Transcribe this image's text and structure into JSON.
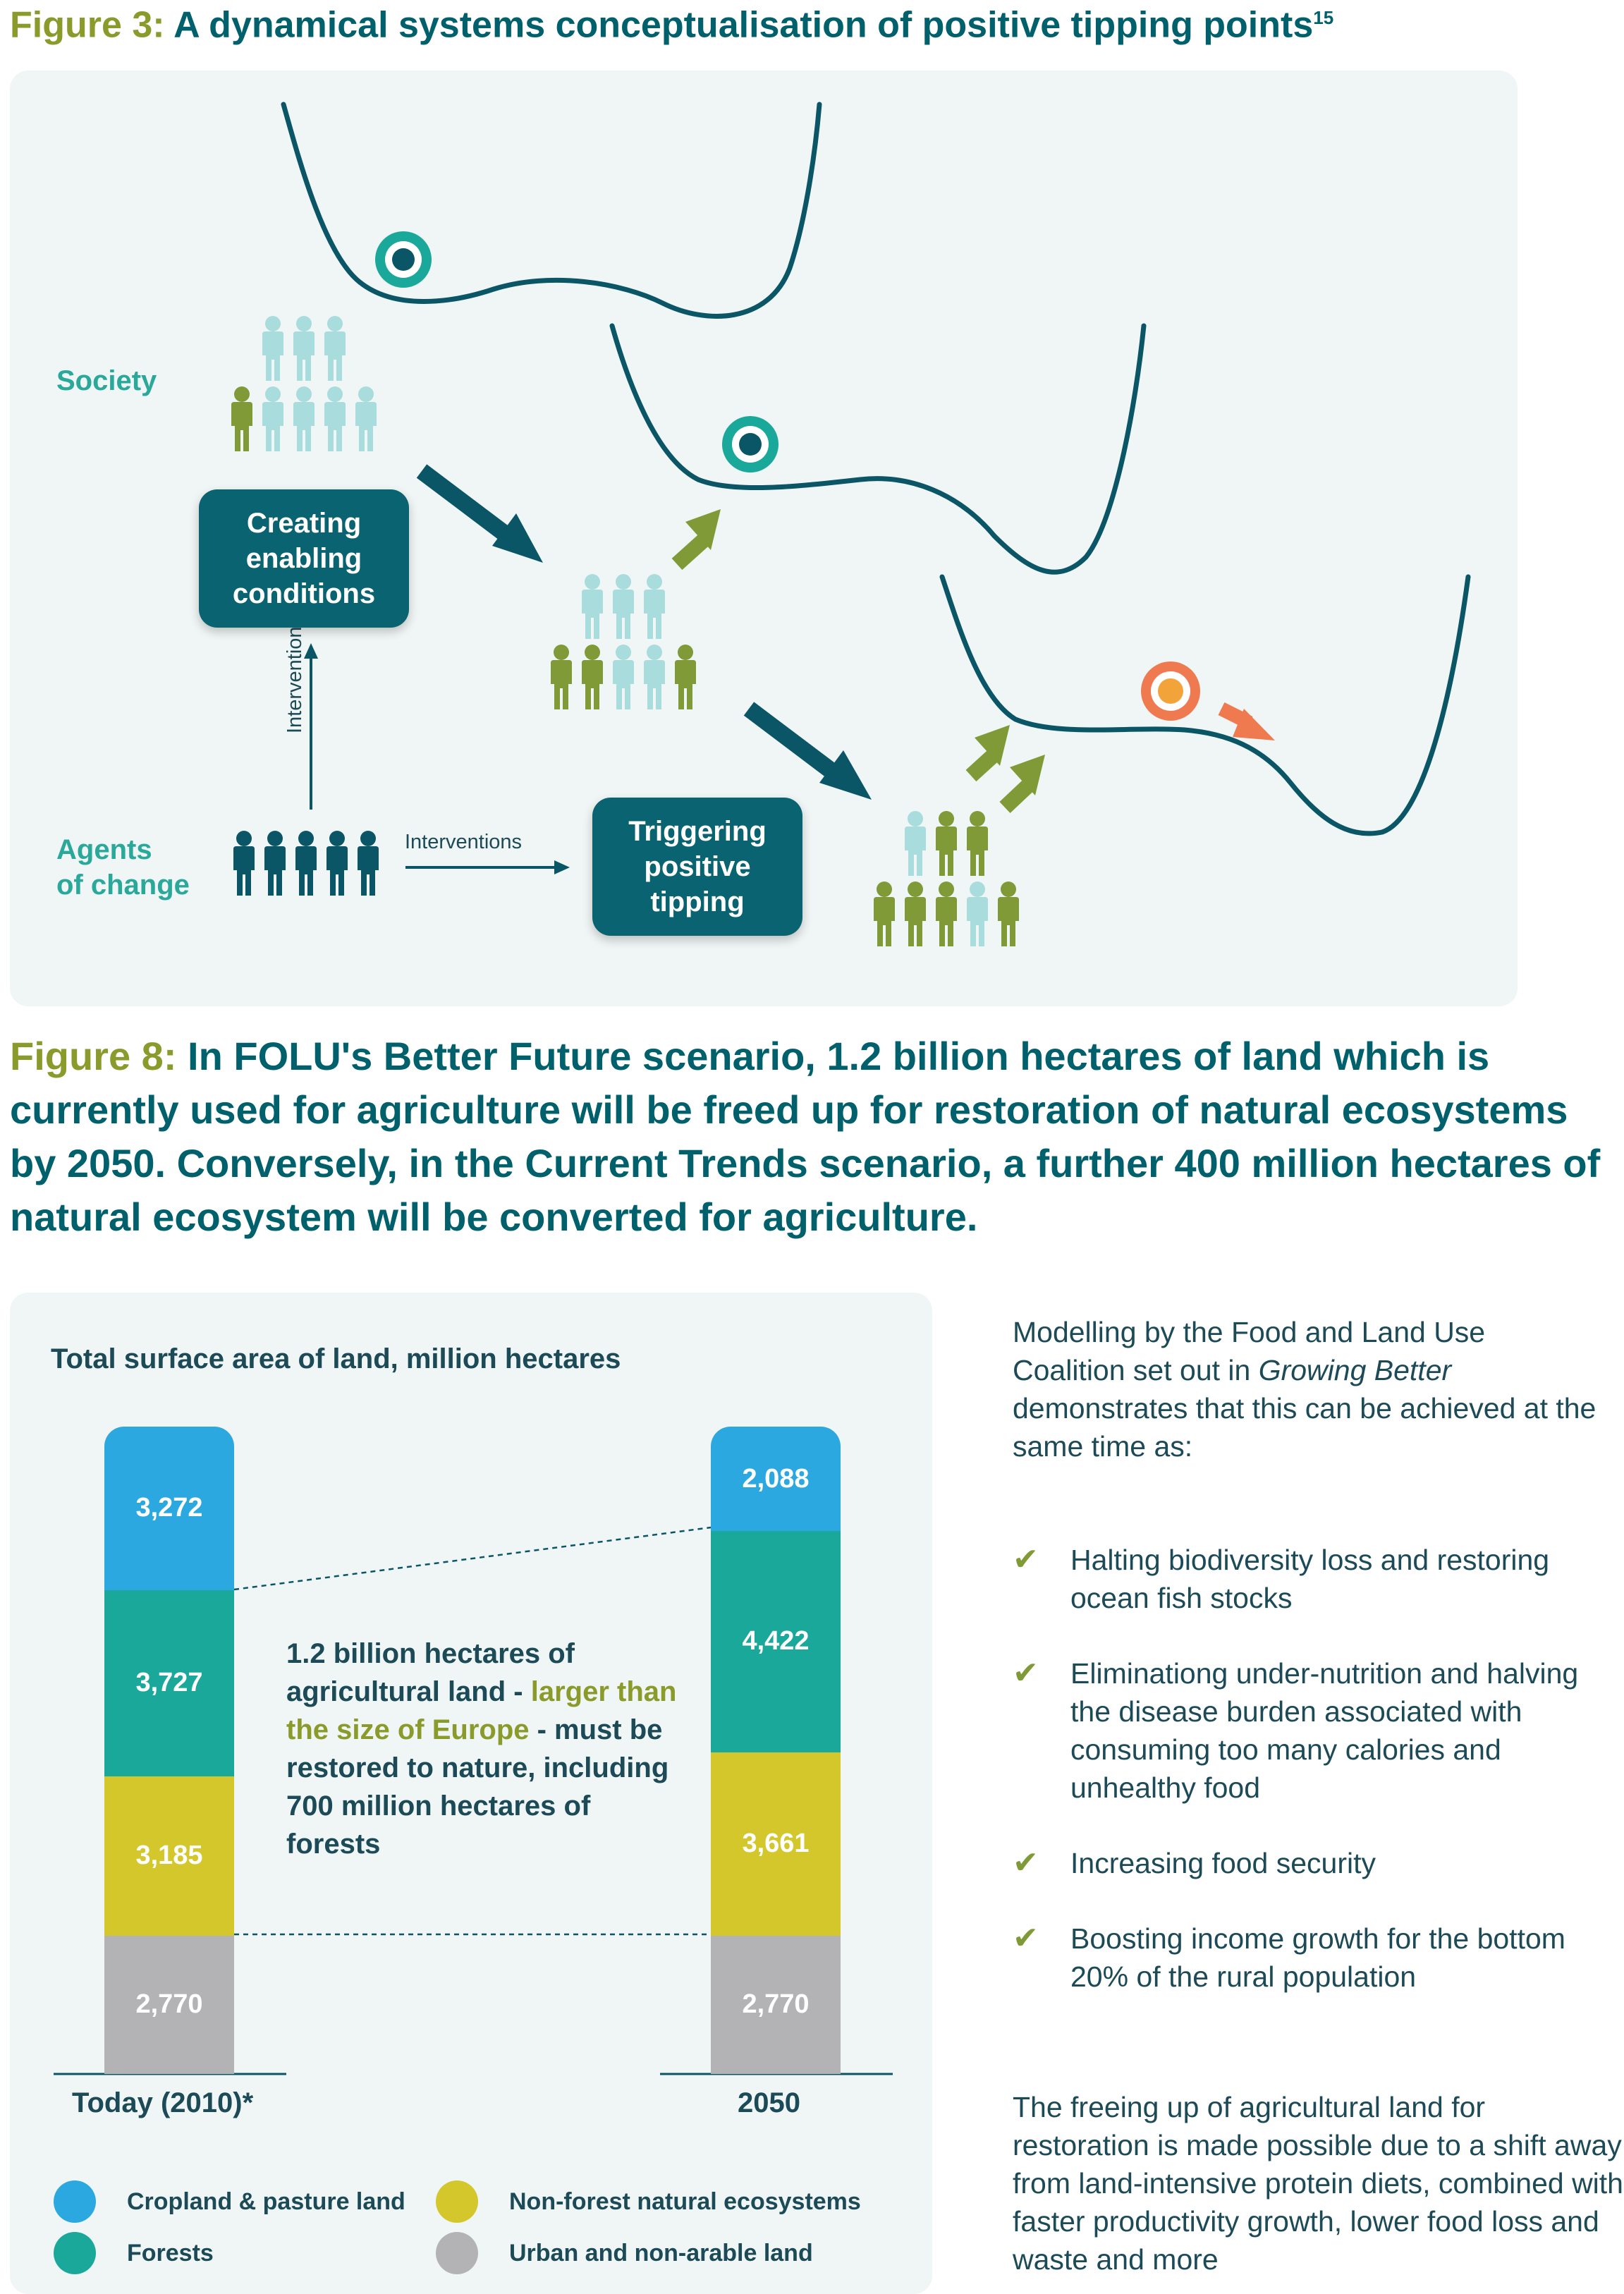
{
  "figure3": {
    "number": "Figure 3:",
    "title": "A dynamical systems conceptualisation of positive tipping points",
    "superscript": "15",
    "labels": {
      "society": "Society",
      "agents_line1": "Agents",
      "agents_line2": "of change",
      "interventions_vertical": "Interventions",
      "interventions_horizontal": "Interventions"
    },
    "boxes": {
      "creating": [
        "Creating",
        "enabling",
        "conditions"
      ],
      "triggering": [
        "Triggering",
        "positive",
        "tipping"
      ]
    },
    "colors": {
      "curve": "#0a5566",
      "panel": "#f0f6f5",
      "box": "#0a6371",
      "ball_teal": "#1aa89b",
      "ball_orange": "#f07a50",
      "arrow_green": "#7f9a36",
      "arrow_dark": "#0a5566",
      "person_light": "#a9dcdc",
      "person_green": "#7f9a36",
      "person_dark": "#0a5566"
    }
  },
  "figure8": {
    "number": "Figure 8:",
    "title": "In FOLU's Better Future scenario, 1.2 billion hectares of land which is currently used for agriculture will be freed up for restoration of natural ecosystems by 2050. Conversely, in the Current Trends scenario, a further 400 million hectares of natural ecosystem will be converted for agriculture."
  },
  "chart_data": {
    "type": "bar",
    "stacked": true,
    "title": "Total surface area of land, million hectares",
    "categories": [
      "Today (2010)*",
      "2050"
    ],
    "series": [
      {
        "name": "Urban and non-arable land",
        "values": [
          2770,
          2770
        ],
        "color": "#b3b3b6"
      },
      {
        "name": "Non-forest natural ecosystems",
        "values": [
          3185,
          3661
        ],
        "color": "#d4c72b"
      },
      {
        "name": "Forests",
        "values": [
          3727,
          4422
        ],
        "color": "#1aa89b"
      },
      {
        "name": "Cropland & pasture land",
        "values": [
          3272,
          2088
        ],
        "color": "#2ba8e0"
      }
    ],
    "value_labels": [
      [
        "2,770",
        "2,770"
      ],
      [
        "3,185",
        "3,661"
      ],
      [
        "3,727",
        "4,422"
      ],
      [
        "3,272",
        "2,088"
      ]
    ],
    "annotation": {
      "before": "1.2 billion hectares of agricultural land - ",
      "highlight": "larger than the size of Europe",
      "after": " - must be restored to nature, including 700 million hectares of forests",
      "highlight_color": "#8a9a2b"
    },
    "legend": [
      {
        "label": "Cropland & pasture land",
        "color": "#2ba8e0"
      },
      {
        "label": "Non-forest natural ecosystems",
        "color": "#d4c72b"
      },
      {
        "label": "Forests",
        "color": "#1aa89b"
      },
      {
        "label": "Urban and non-arable land",
        "color": "#b3b3b6"
      }
    ]
  },
  "sidebar": {
    "intro_before": "Modelling by the Food and Land Use Coalition set out in ",
    "intro_italic": "Growing Better",
    "intro_after": " demonstrates that this can be achieved at the same time as:",
    "check_items": [
      "Halting biodiversity loss and restoring ocean fish stocks",
      "Eliminationg under-nutrition and halving the disease burden associated with consuming too many calories and unhealthy food",
      "Increasing food security",
      "Boosting income growth for the bottom 20% of the rural population"
    ],
    "outro": "The freeing up of agricultural land for restoration is made possible due to a shift away from land-intensive protein diets, combined with faster productivity growth, lower food loss and waste and more",
    "check_color": "#7f9a36"
  }
}
